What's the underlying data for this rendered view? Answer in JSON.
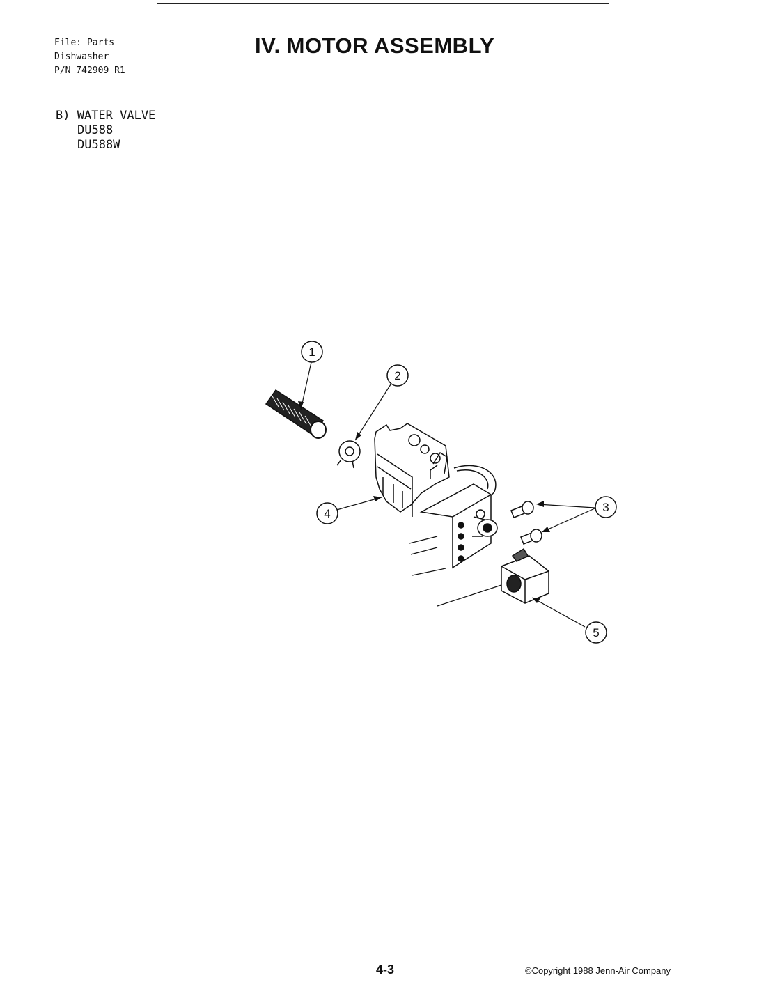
{
  "header": {
    "file_line": "File: Parts",
    "product_line": "Dishwasher",
    "pn_line": "P/N 742909 R1",
    "title": "IV. MOTOR ASSEMBLY"
  },
  "section": {
    "heading": "B) WATER VALVE",
    "models": [
      "DU588",
      "DU588W"
    ]
  },
  "diagram": {
    "callouts": [
      "1",
      "2",
      "3",
      "4",
      "5"
    ]
  },
  "footer": {
    "page_number": "4-3",
    "copyright": "©Copyright 1988 Jenn-Air Company"
  }
}
